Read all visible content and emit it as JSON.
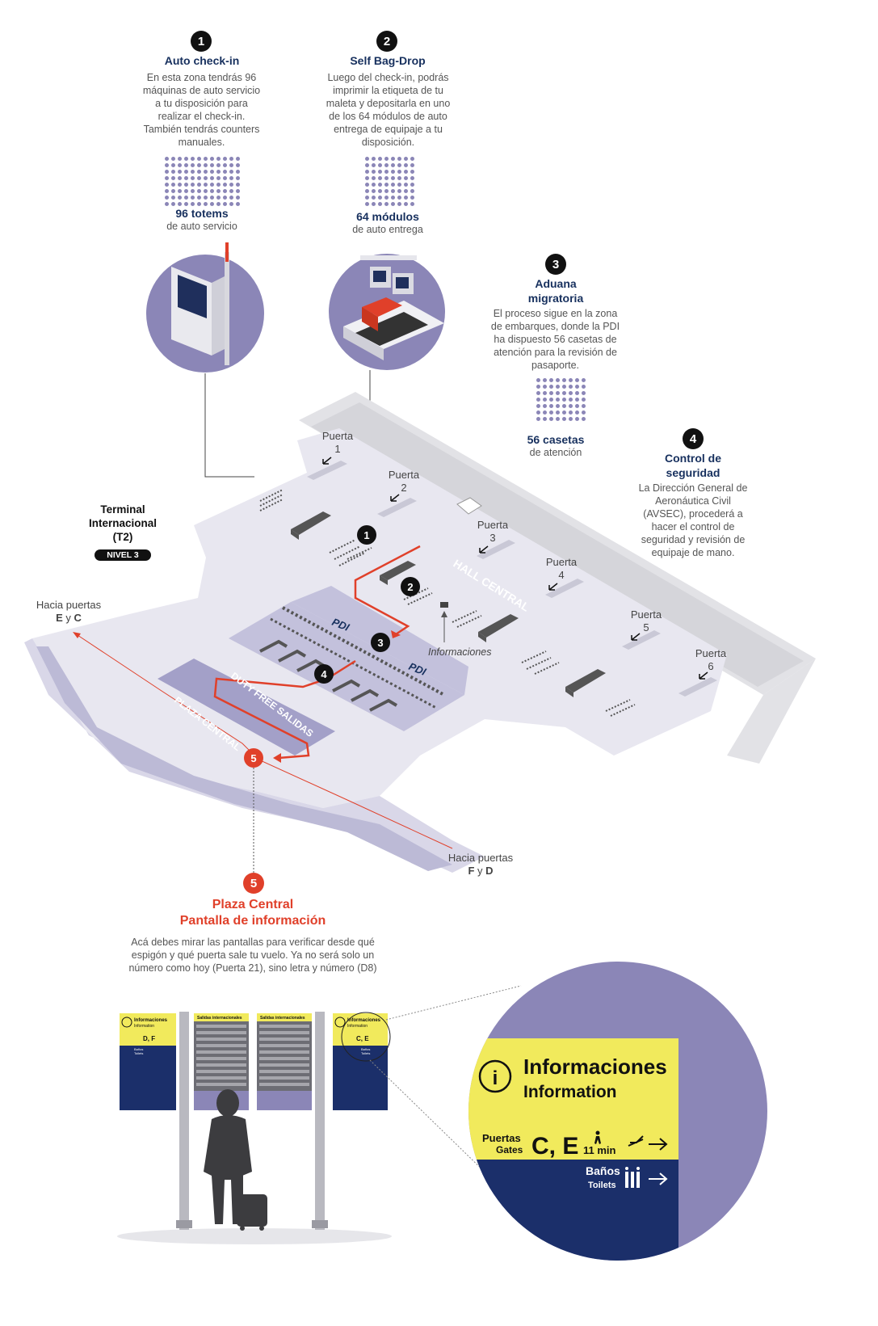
{
  "steps": [
    {
      "num": "1",
      "title": "Auto check-in",
      "desc": "En esta zona tendrás 96 máquinas de auto servicio a tu disposición para realizar el check-in. También tendrás counters manuales.",
      "stat_big": "96 totems",
      "stat_sub": "de auto servicio"
    },
    {
      "num": "2",
      "title": "Self Bag-Drop",
      "desc": "Luego del check-in, podrás imprimir la etiqueta de tu maleta y depositarla en uno de los 64 módulos de auto entrega de equipaje a tu disposición.",
      "stat_big": "64 módulos",
      "stat_sub": "de auto entrega"
    },
    {
      "num": "3",
      "title": "Aduana migratoria",
      "desc": "El proceso sigue en la zona de embarques, donde la PDI ha dispuesto 56 casetas de atención para la revisión de pasaporte.",
      "stat_big": "56 casetas",
      "stat_sub": "de atención"
    },
    {
      "num": "4",
      "title": "Control de seguridad",
      "desc": "La Dirección General de Aeronáutica Civil (AVSEC), procederá a hacer el control de seguridad y revisión de equipaje de mano."
    },
    {
      "num": "5",
      "title": "Plaza Central",
      "title2": "Pantalla de información",
      "desc": "Acá debes mirar las pantallas para verificar desde qué espigón y qué puerta sale tu vuelo. Ya no será solo un número como hoy (Puerta 21), sino letra y número (D8)"
    }
  ],
  "terminal": {
    "line1": "Terminal",
    "line2": "Internacional",
    "line3": "(T2)",
    "level": "NIVEL 3"
  },
  "gates": [
    {
      "word": "Puerta",
      "num": "1"
    },
    {
      "word": "Puerta",
      "num": "2"
    },
    {
      "word": "Puerta",
      "num": "3"
    },
    {
      "word": "Puerta",
      "num": "4"
    },
    {
      "word": "Puerta",
      "num": "5"
    },
    {
      "word": "Puerta",
      "num": "6"
    }
  ],
  "map_labels": {
    "hall": "HALL CENTRAL",
    "pdi1": "PDI",
    "pdi2": "PDI",
    "duty": "DUTY FREE SALIDAS",
    "plaza": "PLAZA CENTRAL",
    "info": "Informaciones",
    "towards_ec": {
      "prefix": "Hacia puertas",
      "a": "E",
      "y": "y",
      "b": "C"
    },
    "towards_fd": {
      "prefix": "Hacia puertas",
      "a": "F",
      "y": "y",
      "b": "D"
    }
  },
  "signs": {
    "board_title": "Salidas internacionales",
    "sign_info": "Informaciones",
    "sign_info_en": "Information",
    "left_gates": "D, F",
    "right_gates": "C, E",
    "small_banos": "Baños",
    "small_toilets": "Toilets"
  },
  "zoom": {
    "info": "Informaciones",
    "info_en": "Information",
    "puertas": "Puertas",
    "gates": "Gates",
    "letters": "C, E",
    "minutes": "11 min",
    "banos": "Baños",
    "toilets": "Toilets"
  },
  "colors": {
    "accent_red": "#e0402a",
    "navy": "#17305e",
    "lavender": "#8b86b7",
    "sign_yellow": "#f1ea5c"
  }
}
